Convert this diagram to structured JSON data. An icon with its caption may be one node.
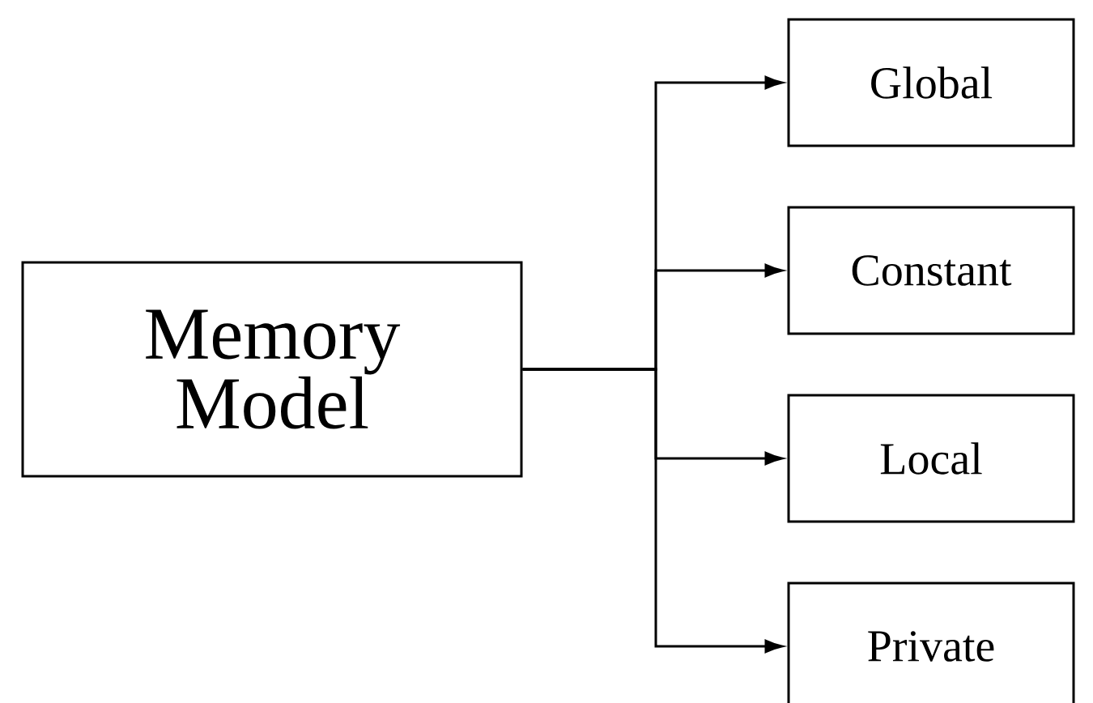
{
  "diagram": {
    "nodes": [
      {
        "text": [
          "Memory Model"
        ]
      },
      {
        "text": [
          "Global"
        ]
      },
      {
        "text": [
          "Constant"
        ]
      },
      {
        "text": [
          "Local"
        ]
      },
      {
        "text": [
          "Private"
        ]
      }
    ],
    "edges": [
      {
        "from": 0,
        "to": 1,
        "arrow": "to"
      },
      {
        "from": 0,
        "to": 2,
        "arrow": "to"
      },
      {
        "from": 0,
        "to": 3,
        "arrow": "to"
      },
      {
        "from": 0,
        "to": 4,
        "arrow": "to"
      }
    ]
  }
}
